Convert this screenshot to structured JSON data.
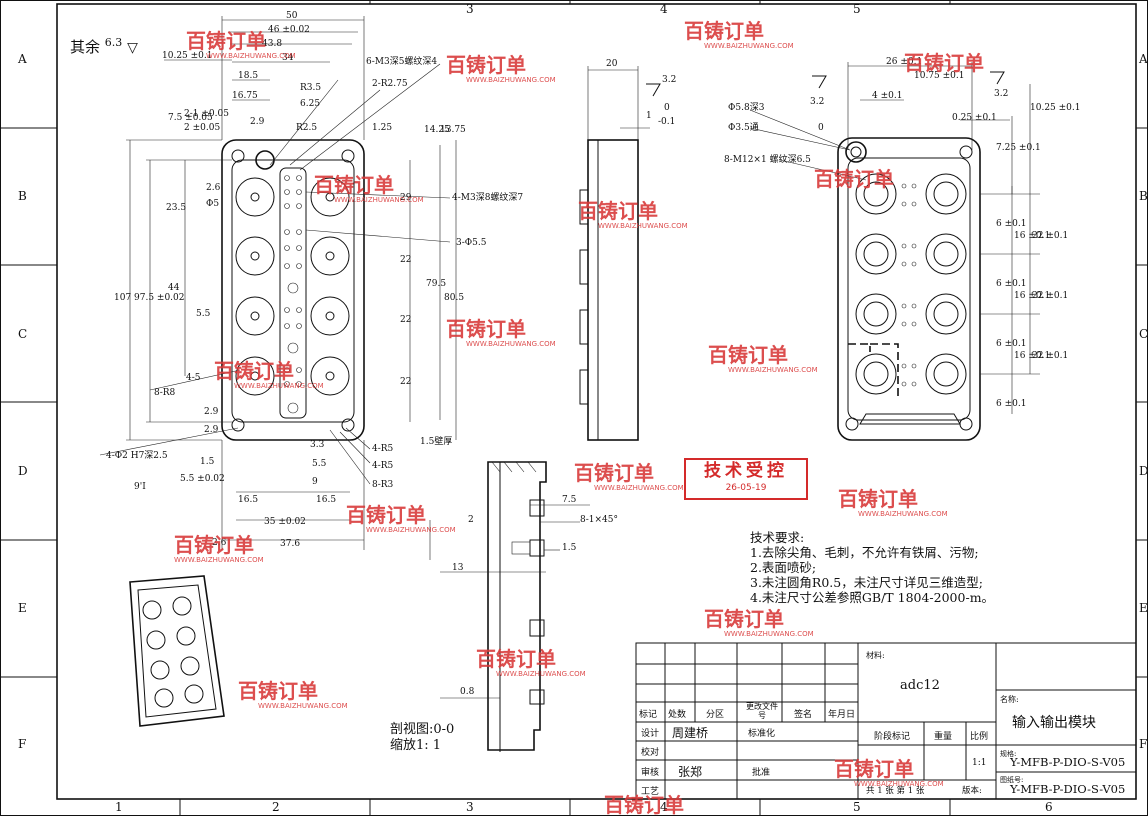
{
  "frame": {
    "col_labels": [
      "1",
      "2",
      "3",
      "4",
      "5",
      "6"
    ],
    "row_labels": [
      "A",
      "B",
      "C",
      "D",
      "E",
      "F"
    ]
  },
  "roughness_note": "其余",
  "roughness_value": "6.3",
  "front_view": {
    "dims_top": [
      "50",
      "46 ±0.02",
      "43.8",
      "34",
      "10.25 ±0.1",
      "18.5",
      "16.75",
      "R3.5",
      "6.25",
      "2.9",
      "R2.5",
      "2-R2.75",
      "6-M3深5螺纹深4",
      "1.25",
      "14.25",
      "13.75"
    ],
    "dims_left": [
      "107",
      "97.5 ±0.02",
      "23.5",
      "44",
      "5.5",
      "2.6",
      "Φ5",
      "4-5",
      "2.9",
      "2.9",
      "7.5 ±0.05",
      "2-1 ±0.05",
      "2 ±0.05"
    ],
    "dims_right": [
      "4-M3深8螺纹深7",
      "3-Φ5.5",
      "22",
      "22",
      "22",
      "79.5",
      "80.5",
      "29"
    ],
    "dims_bottom": [
      "3.3",
      "5.5",
      "9",
      "4-R5",
      "4-R5",
      "8-R3",
      "16.5",
      "16.5",
      "35 ±0.02",
      "37.6",
      "1.5",
      "5.5 ±0.02",
      "2.6",
      "4-Φ2 H7深2.5",
      "8-R8",
      "1.5壁厚"
    ],
    "flatness": "9'I"
  },
  "side_view": {
    "dims": [
      "20",
      "3.2",
      "1",
      "0",
      "-0.1"
    ]
  },
  "right_view": {
    "dims": [
      "26 ±0.1",
      "10.75 ±0.1",
      "Φ5.8深3",
      "Φ3.5通",
      "0",
      "8-M12×1 螺纹深6.5",
      "4 ±0.1",
      "0.25 ±0.1",
      "7.25 ±0.1",
      "10.25 ±0.1",
      "3.2",
      "3.2",
      "6 ±0.1",
      "16 ±0.1",
      "22 ±0.1",
      "6 ±0.1",
      "16 ±0.1",
      "22 ±0.1",
      "6 ±0.1",
      "16 ±0.1",
      "22 ±0.1",
      "6 ±0.1"
    ]
  },
  "section_view": {
    "dims": [
      "2",
      "7.5",
      "8-1×45°",
      "1.5",
      "13",
      "0.8"
    ],
    "caption_1": "剖视图:0-0",
    "caption_2": "缩放1: 1"
  },
  "stamp": {
    "line1": "技术受控",
    "line2": "26-05-19"
  },
  "tech_requirements": {
    "title": "技术要求:",
    "items": [
      "1.去除尖角、毛刺，不允许有铁屑、污物;",
      "2.表面喷砂;",
      "3.未注圆角R0.5，未注尺寸详见三维造型;",
      "4.未注尺寸公差参照GB/T 1804-2000-m。"
    ]
  },
  "title_block": {
    "material_label": "材料:",
    "material": "adc12",
    "name_label": "名称:",
    "name": "输入输出模块",
    "spec_label": "规格:",
    "spec": "Y-MFB-P-DIO-S-V05",
    "drawing_no_label": "图纸号:",
    "drawing_no": "Y-MFB-P-DIO-S-V05",
    "header_row": [
      "标记",
      "处数",
      "分区",
      "更改文件号",
      "签名",
      "年月日"
    ],
    "design_label": "设计",
    "designer": "周建桥",
    "standardize_label": "标准化",
    "check_label": "校对",
    "review_label": "审核",
    "reviewer": "张郑",
    "approve_label": "批准",
    "process_label": "工艺",
    "stage_label": "阶段标记",
    "weight_label": "重量",
    "scale_label": "比例",
    "scale": "1:1",
    "sheets": "共 1 张 第 1 张",
    "version_label": "版本:"
  },
  "watermark": {
    "brand": "百铸订单",
    "url": "WWW.BAIZHUWANG.COM"
  },
  "colors": {
    "line": "#111111",
    "watermark": "#d93a3a",
    "stamp": "#d42a2a"
  }
}
